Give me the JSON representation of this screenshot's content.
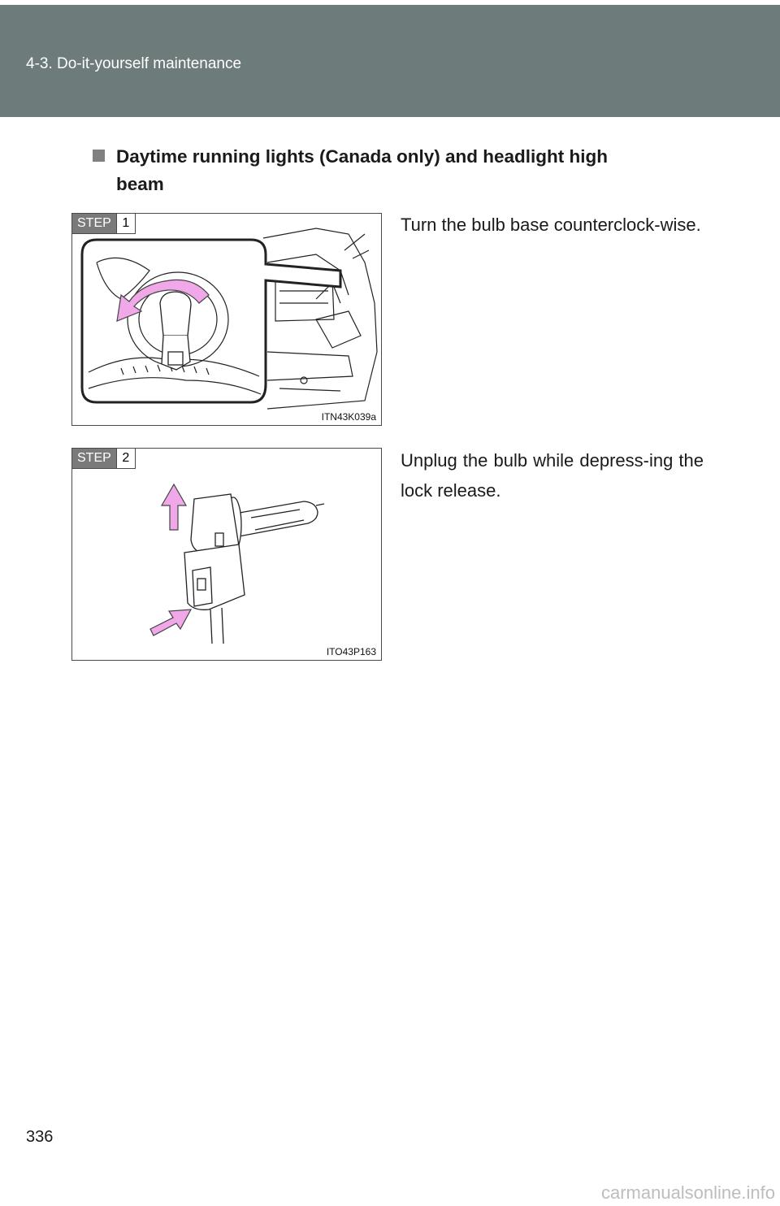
{
  "header": {
    "section": "4-3. Do-it-yourself maintenance"
  },
  "heading": {
    "bullet_icon": "square-bullet",
    "line1": "Daytime running lights (Canada only) and headlight high",
    "line2": "beam"
  },
  "steps": [
    {
      "step_word": "STEP",
      "step_number": "1",
      "figure_code": "ITN43K039a",
      "instruction": "Turn the bulb base counterclock-wise."
    },
    {
      "step_word": "STEP",
      "step_number": "2",
      "figure_code": "ITO43P163",
      "instruction": "Unplug the bulb while depress-ing the lock release."
    }
  ],
  "page_number": "336",
  "watermark": "carmanualsonline.info",
  "colors": {
    "header_bg": "#6e7b7b",
    "arrow_fill": "#f0a8e8",
    "step_badge_bg": "#7a7a7a"
  }
}
